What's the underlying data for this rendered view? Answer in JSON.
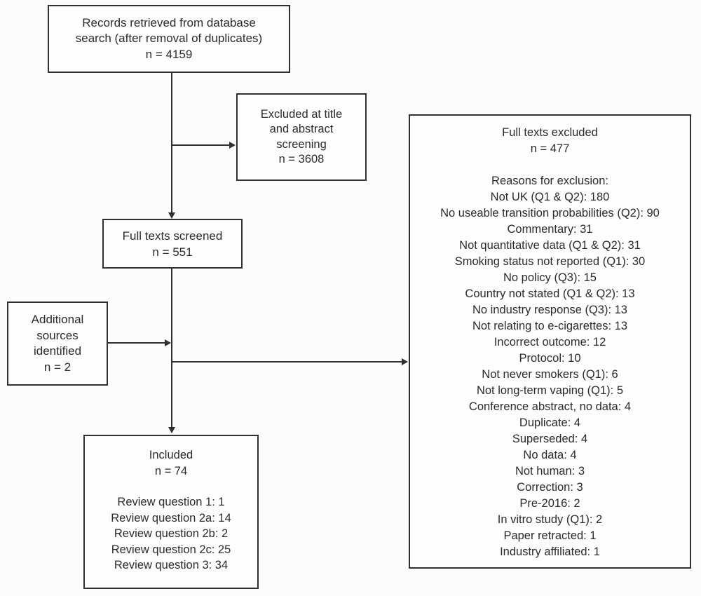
{
  "flowchart": {
    "records_box": {
      "lines": [
        "Records retrieved from database",
        "search (after removal of duplicates)",
        "n = 4159"
      ]
    },
    "excluded_screening_box": {
      "lines": [
        "Excluded at title",
        "and abstract",
        "screening",
        "n = 3608"
      ]
    },
    "full_texts_screened_box": {
      "lines": [
        "Full texts screened",
        "n = 551"
      ]
    },
    "additional_sources_box": {
      "lines": [
        "Additional",
        "sources",
        "identified",
        "n = 2"
      ]
    },
    "included_box": {
      "title": "Included",
      "count": "n = 74",
      "review_counts": [
        "Review question 1: 1",
        "Review question 2a: 14",
        "Review question 2b: 2",
        "Review question 2c: 25",
        "Review question 3: 34"
      ]
    },
    "full_texts_excluded_box": {
      "title": "Full texts excluded",
      "count": "n = 477",
      "reasons_label": "Reasons for exclusion:",
      "reasons": [
        "Not UK (Q1 & Q2): 180",
        "No useable transition probabilities (Q2): 90",
        "Commentary: 31",
        "Not quantitative data (Q1 & Q2): 31",
        "Smoking status not reported (Q1): 30",
        "No policy (Q3): 15",
        "Country not stated (Q1 & Q2): 13",
        "No industry response (Q3): 13",
        "Not relating to e-cigarettes: 13",
        "Incorrect outcome: 12",
        "Protocol: 10",
        "Not never smokers (Q1): 6",
        "Not long-term vaping (Q1): 5",
        "Conference abstract, no data: 4",
        "Duplicate: 4",
        "Superseded: 4",
        "No data: 4",
        "Not human: 3",
        "Correction: 3",
        "Pre-2016: 2",
        "In vitro study (Q1): 2",
        "Paper retracted: 1",
        "Industry affiliated: 1"
      ]
    },
    "colors": {
      "line": "#303030",
      "text": "#2b2b2b",
      "background": "#fcfcfc"
    }
  }
}
